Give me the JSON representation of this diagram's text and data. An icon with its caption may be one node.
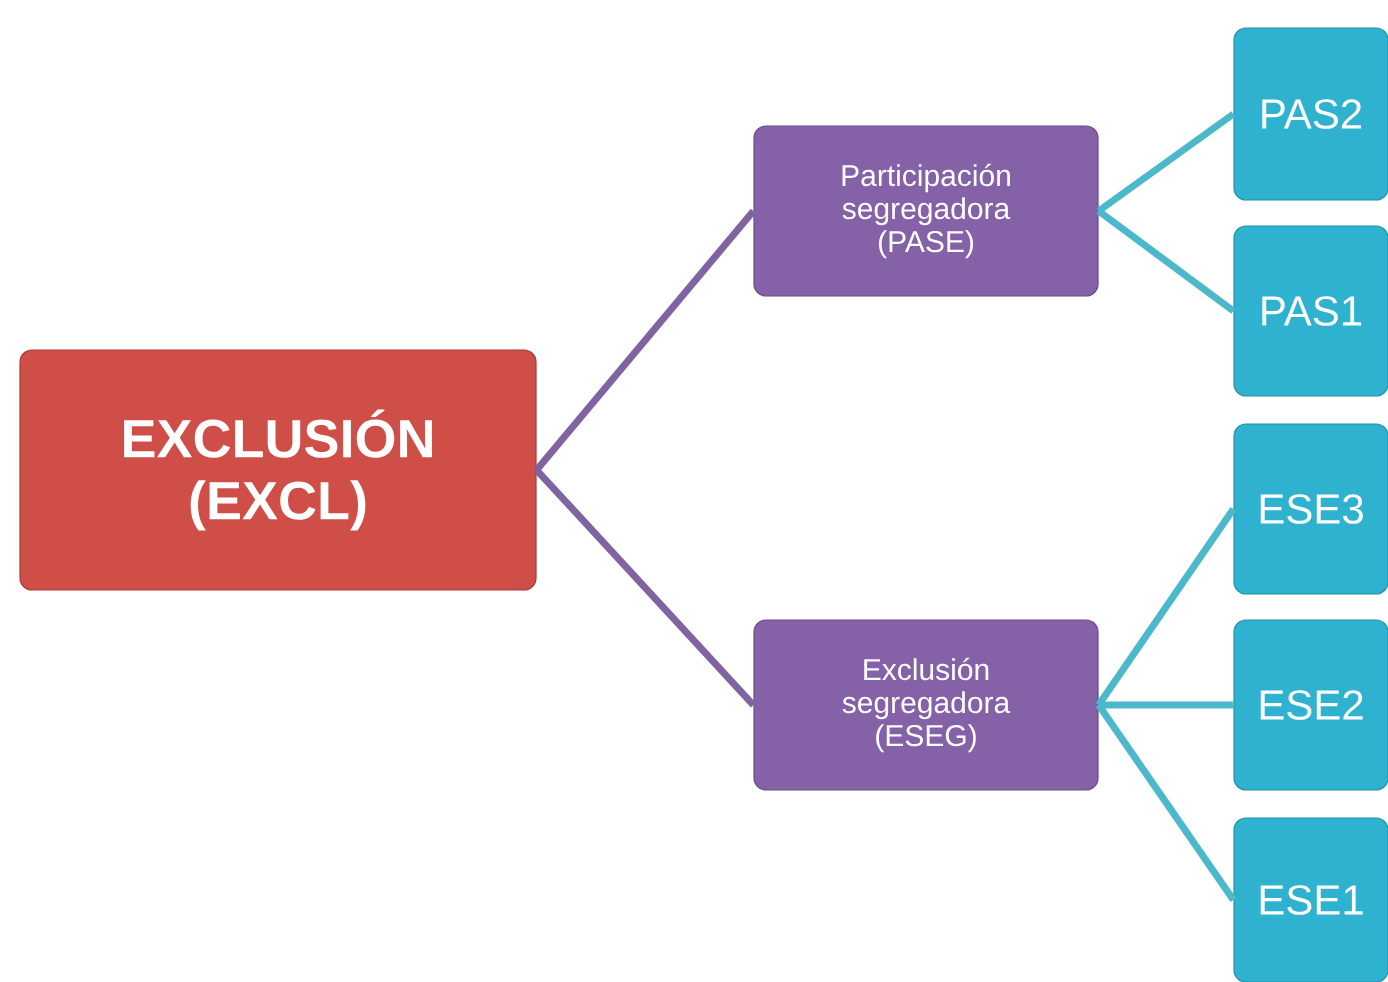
{
  "diagram": {
    "nodes": [
      {
        "text": [
          "EXCLUSIÓN (EXCL)"
        ]
      },
      {
        "text": [
          "Participación segregadora (PASE)"
        ]
      },
      {
        "text": [
          "Exclusión segregadora (ESEG)"
        ]
      },
      {
        "text": [
          "PAS2"
        ]
      },
      {
        "text": [
          "PAS1"
        ]
      },
      {
        "text": [
          "ESE3"
        ]
      },
      {
        "text": [
          "ESE2"
        ]
      },
      {
        "text": [
          "ESE1"
        ]
      }
    ],
    "edges": [
      {
        "from": 0,
        "to": 1,
        "arrow": "none",
        "color": "#8064a2"
      },
      {
        "from": 0,
        "to": 2,
        "arrow": "none",
        "color": "#8064a2"
      },
      {
        "from": 1,
        "to": 3,
        "arrow": "none"
      },
      {
        "from": 1,
        "to": 4,
        "arrow": "none"
      },
      {
        "from": 2,
        "to": 5,
        "arrow": "none"
      },
      {
        "from": 2,
        "to": 6,
        "arrow": "none"
      },
      {
        "from": 2,
        "to": 7,
        "arrow": "none"
      }
    ]
  }
}
